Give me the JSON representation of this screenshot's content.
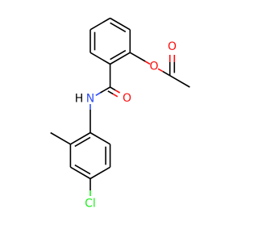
{
  "molecule": {
    "atoms": {
      "ester_oxygen": "O",
      "carbonyl_oxygen_acetate": "O",
      "carbonyl_oxygen_amide": "O",
      "amide_nitrogen": "N",
      "amide_hydrogen": "H",
      "chlorine": "Cl"
    }
  },
  "colors": {
    "bond": "#000000",
    "oxygen": "#ff0d0d",
    "nitrogen": "#3050f8",
    "chlorine": "#1ff01f",
    "background": "#ffffff"
  }
}
